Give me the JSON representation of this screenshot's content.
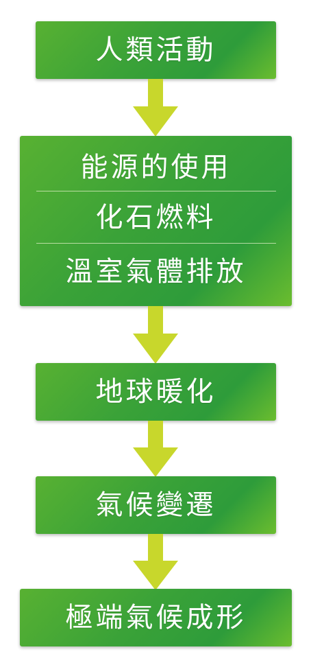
{
  "steps": [
    {
      "label": "人類活動"
    },
    {
      "lines": [
        "能源的使用",
        "化石燃料",
        "溫室氣體排放"
      ]
    },
    {
      "label": "地球暖化"
    },
    {
      "label": "氣候變遷"
    },
    {
      "label": "極端氣候成形"
    }
  ],
  "colors": {
    "box": "#3aa238",
    "arrow": "#c8d72c",
    "text": "#ffffff"
  }
}
